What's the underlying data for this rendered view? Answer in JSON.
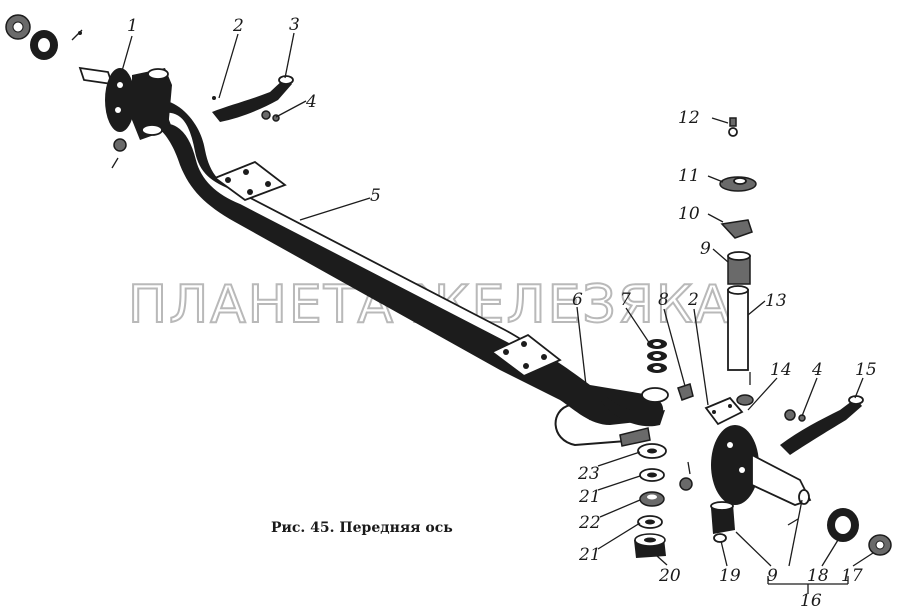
{
  "diagram": {
    "caption": "Рис. 45. Передняя ось",
    "watermark": "ПЛАНЕТА ЖЕЛЕЗЯКА",
    "callouts": [
      {
        "id": "c1",
        "text": "1"
      },
      {
        "id": "c2a",
        "text": "2"
      },
      {
        "id": "c3",
        "text": "3"
      },
      {
        "id": "c4a",
        "text": "4"
      },
      {
        "id": "c5",
        "text": "5"
      },
      {
        "id": "c12",
        "text": "12"
      },
      {
        "id": "c11",
        "text": "11"
      },
      {
        "id": "c10",
        "text": "10"
      },
      {
        "id": "c9a",
        "text": "9"
      },
      {
        "id": "c13",
        "text": "13"
      },
      {
        "id": "c6",
        "text": "6"
      },
      {
        "id": "c7",
        "text": "7"
      },
      {
        "id": "c8",
        "text": "8"
      },
      {
        "id": "c2b",
        "text": "2"
      },
      {
        "id": "c14",
        "text": "14"
      },
      {
        "id": "c4b",
        "text": "4"
      },
      {
        "id": "c15",
        "text": "15"
      },
      {
        "id": "c23",
        "text": "23"
      },
      {
        "id": "c21a",
        "text": "21"
      },
      {
        "id": "c22",
        "text": "22"
      },
      {
        "id": "c21b",
        "text": "21"
      },
      {
        "id": "c20",
        "text": "20"
      },
      {
        "id": "c19",
        "text": "19"
      },
      {
        "id": "c9b",
        "text": "9"
      },
      {
        "id": "c18",
        "text": "18"
      },
      {
        "id": "c17",
        "text": "17"
      },
      {
        "id": "c16",
        "text": "16"
      }
    ]
  }
}
